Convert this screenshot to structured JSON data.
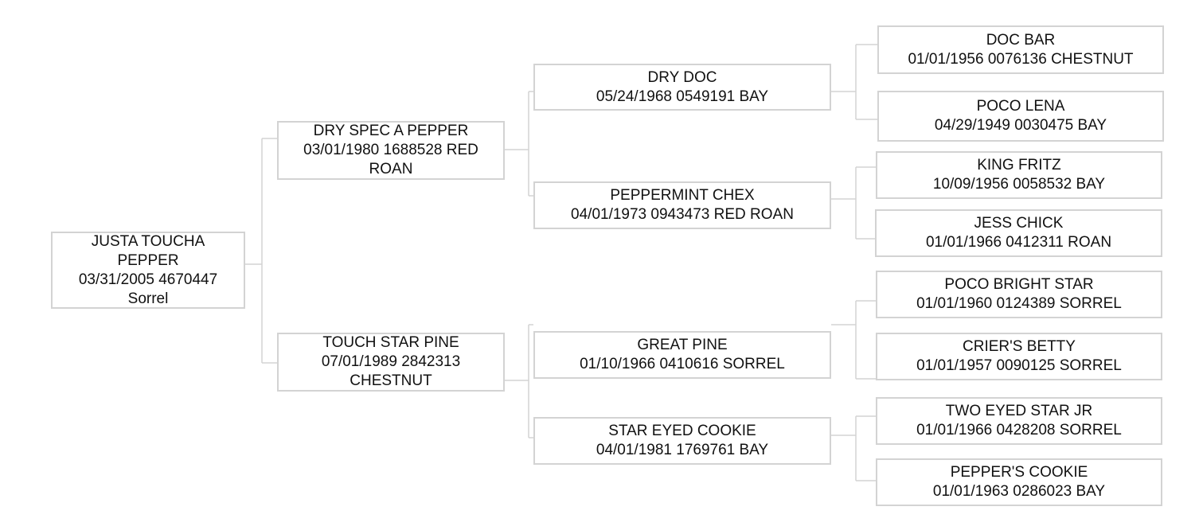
{
  "pedigree": {
    "subject": {
      "name": "JUSTA TOUCHA PEPPER",
      "details": "03/31/2005 4670447 Sorrel"
    },
    "sire": {
      "name": "DRY SPEC A PEPPER",
      "details": "03/01/1980 1688528 RED ROAN",
      "sire": {
        "name": "DRY DOC",
        "details": "05/24/1968 0549191 BAY",
        "sire": {
          "name": "DOC BAR",
          "details": "01/01/1956 0076136 CHESTNUT"
        },
        "dam": {
          "name": "POCO LENA",
          "details": "04/29/1949 0030475 BAY"
        }
      },
      "dam": {
        "name": "PEPPERMINT CHEX",
        "details": "04/01/1973 0943473 RED ROAN",
        "sire": {
          "name": "KING FRITZ",
          "details": "10/09/1956 0058532 BAY"
        },
        "dam": {
          "name": "JESS CHICK",
          "details": "01/01/1966 0412311 ROAN"
        }
      }
    },
    "dam": {
      "name": "TOUCH STAR PINE",
      "details": "07/01/1989 2842313 CHESTNUT",
      "sire": {
        "name": "GREAT PINE",
        "details": "01/10/1966 0410616 SORREL",
        "sire": {
          "name": "POCO BRIGHT STAR",
          "details": "01/01/1960 0124389 SORREL"
        },
        "dam": {
          "name": "CRIER'S BETTY",
          "details": "01/01/1957 0090125 SORREL"
        }
      },
      "dam": {
        "name": "STAR EYED COOKIE",
        "details": "04/01/1981 1769761 BAY",
        "sire": {
          "name": "TWO EYED STAR JR",
          "details": "01/01/1966 0428208 SORREL"
        },
        "dam": {
          "name": "PEPPER'S COOKIE",
          "details": "01/01/1963 0286023 BAY"
        }
      }
    }
  },
  "colors": {
    "box_border": "#d3d3d3",
    "connector": "#d3d3d3",
    "text": "#111111",
    "background": "#ffffff"
  }
}
